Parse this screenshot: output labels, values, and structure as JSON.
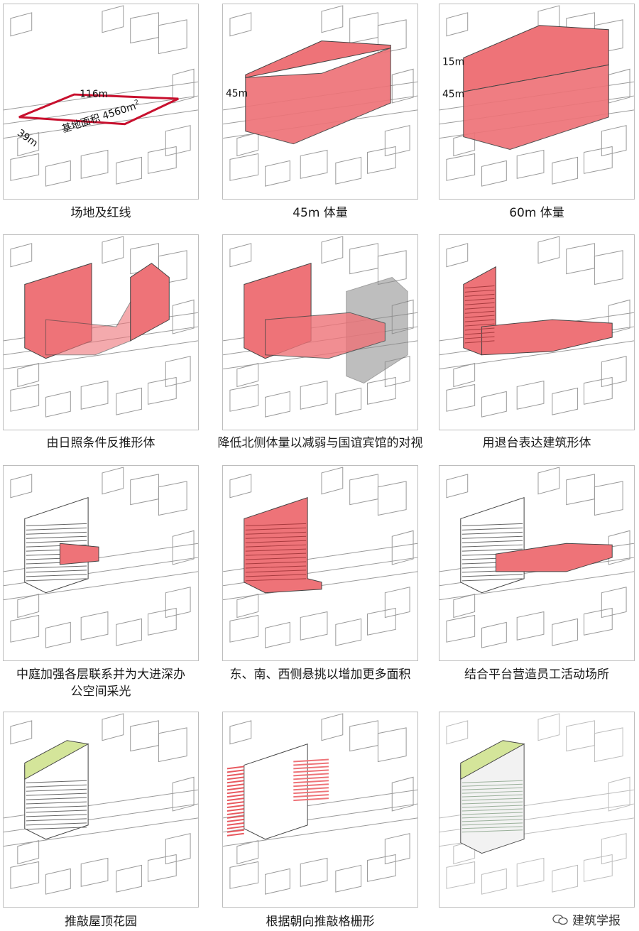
{
  "panels": [
    {
      "caption": "场地及红线",
      "labels": {
        "length": "116m",
        "width": "39m",
        "area_text": "基地面积 4560m",
        "area_sup": "2"
      }
    },
    {
      "caption": "45m 体量",
      "labels": {
        "height": "45m"
      }
    },
    {
      "caption": "60m 体量",
      "labels": {
        "top": "15m",
        "height": "45m"
      }
    },
    {
      "caption": "由日照条件反推形体"
    },
    {
      "caption": "降低北侧体量以减弱与国谊宾馆的对视"
    },
    {
      "caption": "用退台表达建筑形体"
    },
    {
      "caption": "中庭加强各层联系并为大进深办",
      "caption2": "公空间采光"
    },
    {
      "caption": "东、南、西侧悬挑以增加更多面积"
    },
    {
      "caption": "结合平台营造员工活动场所"
    },
    {
      "caption": "推敲屋顶花园"
    },
    {
      "caption": "根据朝向推敲格栅形"
    },
    {
      "caption": ""
    }
  ],
  "watermark": "建筑学报",
  "colors": {
    "accent": "#e8585e",
    "accent_fill": "#ee7378",
    "redline": "#c8102e",
    "garden": "#d4e59a",
    "grey": "#8a8a8a"
  }
}
